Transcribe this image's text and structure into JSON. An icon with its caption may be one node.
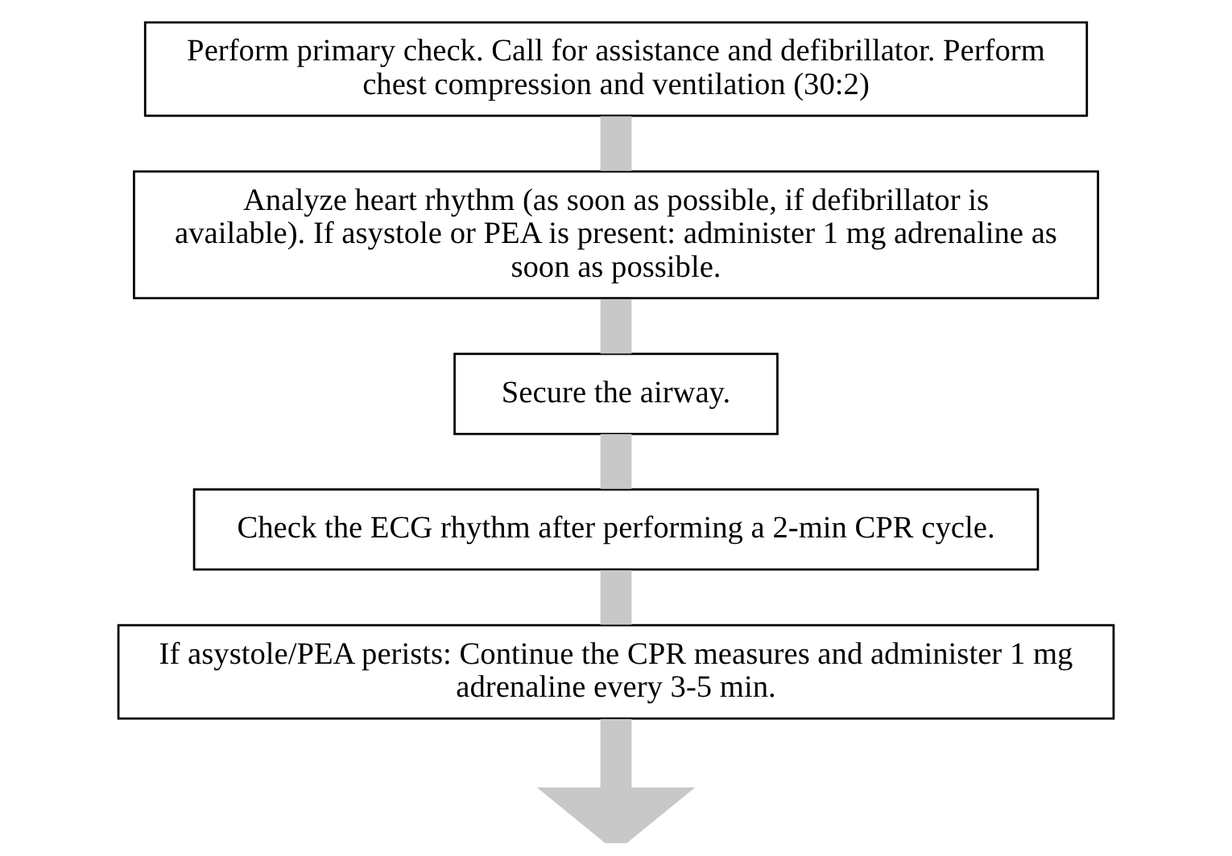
{
  "diagram": {
    "nodes": [
      {
        "text": [
          "Perform primary check. Call for assistance and defibrillator. Perform chest compression and ventilation (30:2)"
        ]
      },
      {
        "text": [
          "Analyze heart rhythm (as soon as possible, if defibrillator is available). If asystole or PEA is present: administer 1 mg adrenaline as soon as possible."
        ]
      },
      {
        "text": [
          "Secure the airway."
        ]
      },
      {
        "text": [
          "Check the ECG rhythm after performing a 2-min CPR cycle."
        ]
      },
      {
        "text": [
          "If asystole/PEA perists: Continue the CPR measures and administer 1 mg adrenaline every 3-5 min."
        ]
      }
    ],
    "edges": [
      {
        "from": 0,
        "to": 1,
        "arrow": "none"
      },
      {
        "from": 1,
        "to": 2,
        "arrow": "none"
      },
      {
        "from": 2,
        "to": 3,
        "arrow": "none"
      },
      {
        "from": 3,
        "to": 4,
        "arrow": "none"
      },
      {
        "from": 4,
        "to": null,
        "arrow": "to"
      }
    ]
  }
}
